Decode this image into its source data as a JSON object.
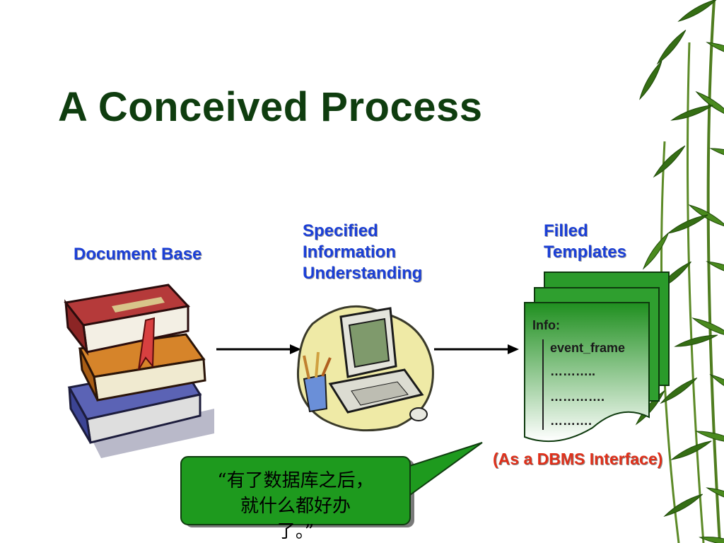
{
  "slide": {
    "title": "A Conceived Process"
  },
  "labels": {
    "document_base": "Document Base",
    "specified_info": [
      "Specified",
      "Information",
      "Understanding"
    ],
    "filled_templates": [
      "Filled",
      "Templates"
    ]
  },
  "templates": {
    "heading": "Info:",
    "lines": [
      "event_frame",
      "………..",
      "………….",
      "………."
    ]
  },
  "dbms_note": "(As a DBMS Interface)",
  "callout": {
    "lines": [
      "“有了数据库之后，",
      "就什么都好办",
      "了。”"
    ]
  },
  "icons": {
    "books": "stack-of-books-icon",
    "computer": "desktop-computer-icon",
    "templates": "stacked-documents-icon",
    "decoration": "bamboo-leaves-decoration"
  },
  "colors": {
    "title": "#0f3d0f",
    "label": "#1b3fd6",
    "note": "#e0301a",
    "callout_fill": "#1e9a1e",
    "template_fill": "#1f8f1f"
  }
}
